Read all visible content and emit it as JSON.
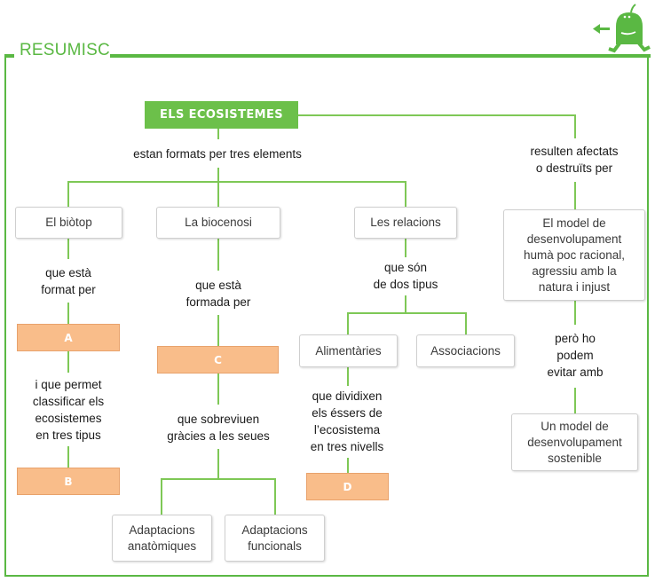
{
  "header": {
    "title": "RESUMISC",
    "mascot_icon": "green-mascot-walking-left-icon",
    "back_arrow_icon": "arrow-left-icon"
  },
  "colors": {
    "accent_green": "#5ab843",
    "connector_green": "#7ec856",
    "main_node_green": "#6cc04a",
    "answer_orange": "#f9bd8a"
  },
  "diagram": {
    "root": "ELS ECOSISTEMES",
    "link_formats": "estan formats per tres elements",
    "link_affected": "resulten afectats\no destruïts per",
    "biotop": {
      "label": "El biòtop",
      "link1": "que està\nformat per",
      "answer1": "A",
      "link2": "i que permet\nclassificar els\necosistemes\nen tres tipus",
      "answer2": "B"
    },
    "biocenosi": {
      "label": "La biocenosi",
      "link1": "que està\nformada per",
      "answer1": "C",
      "link2": "que sobreviuen\ngràcies a les seues",
      "children": [
        "Adaptacions\nanatòmiques",
        "Adaptacions\nfuncionals"
      ]
    },
    "relacions": {
      "label": "Les relacions",
      "link1": "que són\nde dos tipus",
      "children": [
        "Alimentàries",
        "Associacions"
      ],
      "link2": "que dividixen\nels éssers de\nl’ecosistema\nen tres nivells",
      "answer1": "D"
    },
    "threat": {
      "label": "El model de\ndesenvolupament\nhumà poc racional,\nagressiu amb la\nnatura i injust",
      "link": "però ho\npodem\nevitar amb",
      "solution": "Un model de\ndesenvolupament\nsostenible"
    }
  }
}
